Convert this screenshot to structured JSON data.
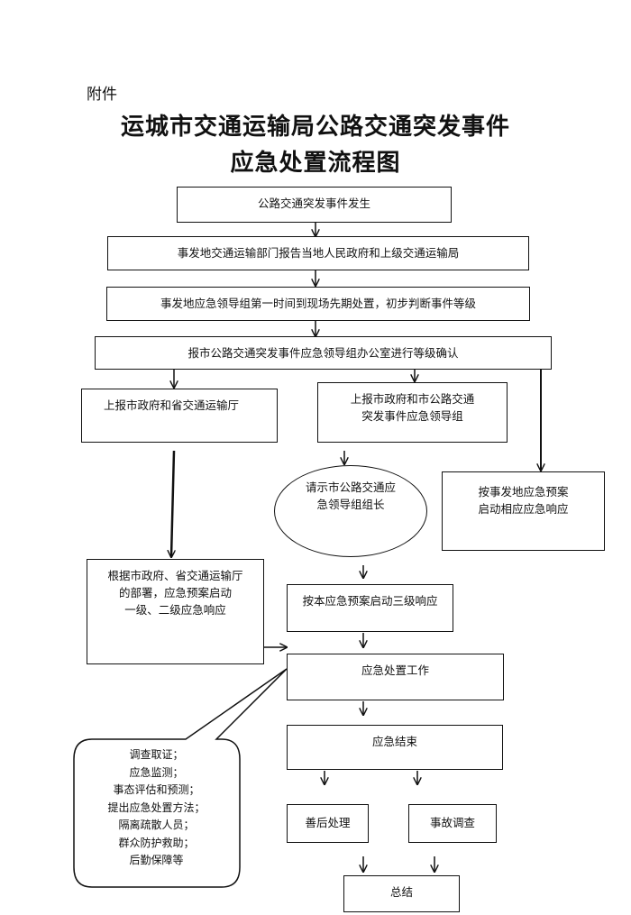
{
  "attachment_label": "附件",
  "title": {
    "line1": "运城市交通运输局公路交通突发事件",
    "line2": "应急处置流程图"
  },
  "nodes": {
    "occur": "公路交通突发事件发生",
    "report_local": "事发地交通运输部门报告当地人民政府和上级交通运输局",
    "first_response": "事发地应急领导组第一时间到现场先期处置，初步判断事件等级",
    "confirm_level": "报市公路交通突发事件应急领导组办公室进行等级确认",
    "report_province": "上报市政府和省交通运输厅",
    "report_city": "上报市政府和市公路交通\n突发事件应急领导组",
    "request_leader": "请示市公路交通应\n急领导组组长",
    "local_plan": "按事发地应急预案\n启动相应应急响应",
    "level12": "根据市政府、省交通运输厅\n的部署，应急预案启动\n一级、二级应急响应",
    "level3": "按本应急预案启动三级响应",
    "handling": "应急处置工作",
    "end": "应急结束",
    "aftermath": "善后处理",
    "investigation": "事故调查",
    "summary": "总结"
  },
  "handling_tasks": "调查取证；\n应急监测；\n事态评估和预测；\n提出应急处置方法；\n隔离疏散人员；\n群众防护救助；\n后勤保障等"
}
